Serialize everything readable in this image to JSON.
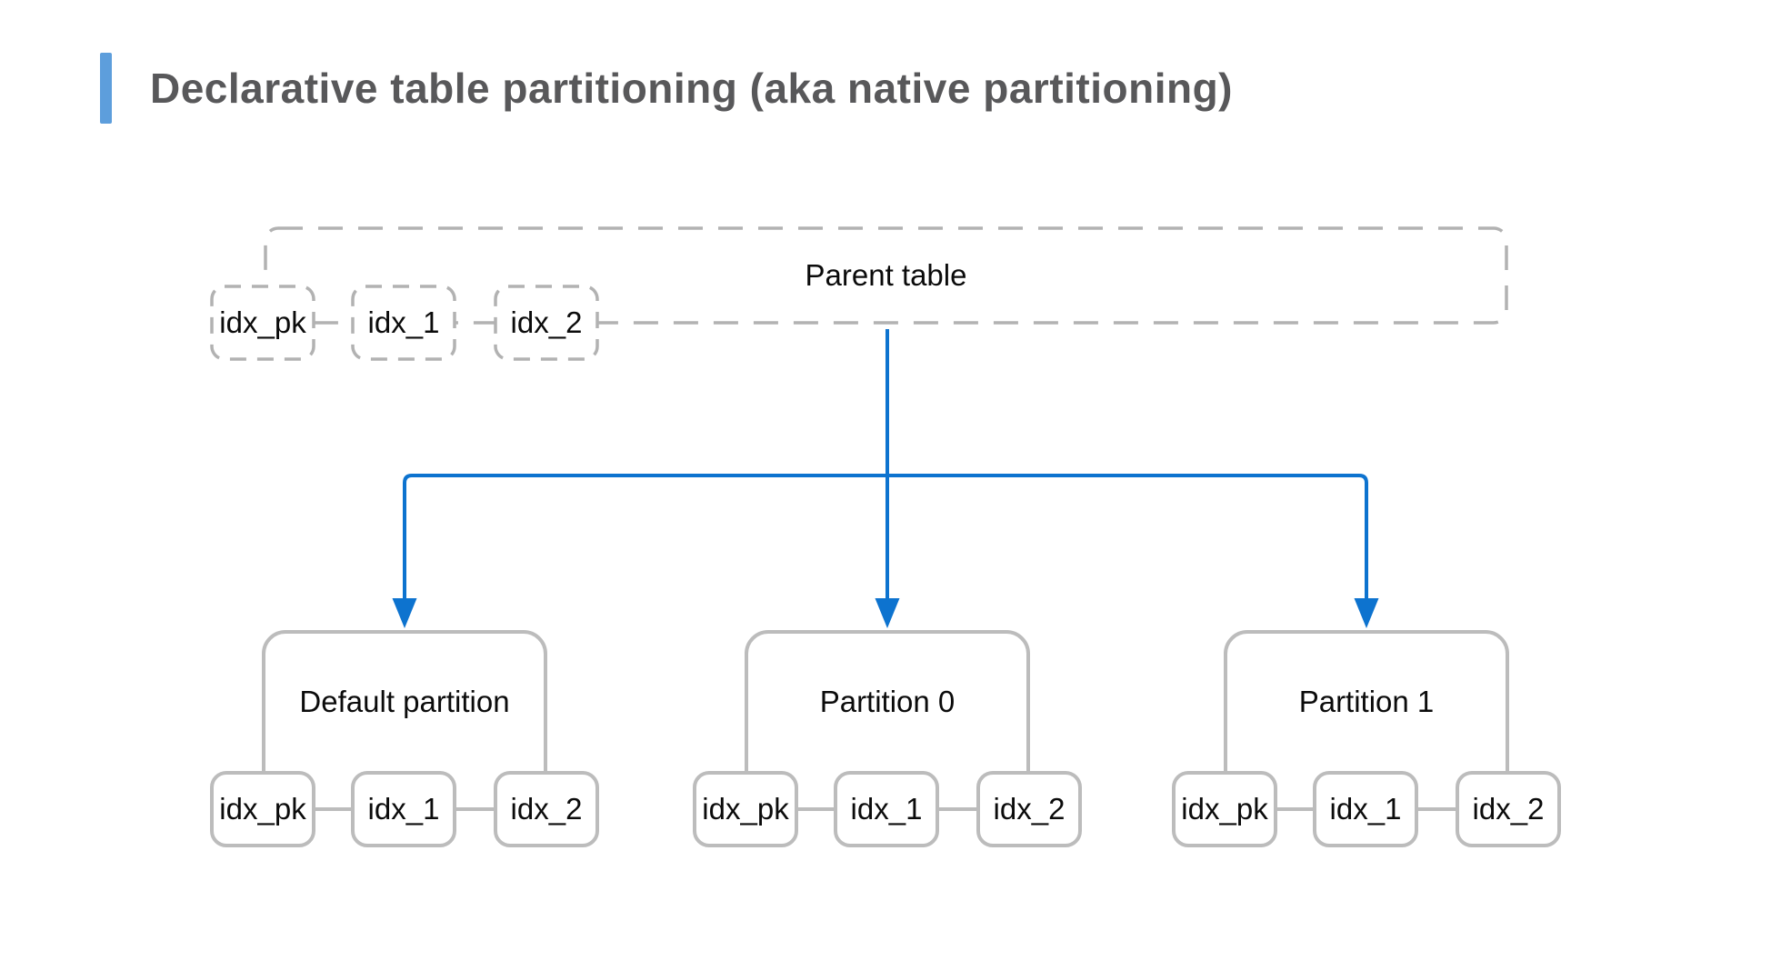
{
  "title": {
    "text": "Declarative table partitioning (aka native partitioning)"
  },
  "colors": {
    "accent_blue": "#5D9EDC",
    "arrow_blue": "#0D73CF",
    "border_gray": "#B6B6B6",
    "title_gray": "#58585A"
  },
  "diagram": {
    "parent": {
      "label": "Parent table",
      "indexes": [
        "idx_pk",
        "idx_1",
        "idx_2"
      ]
    },
    "partitions": [
      {
        "label": "Default partition",
        "indexes": [
          "idx_pk",
          "idx_1",
          "idx_2"
        ]
      },
      {
        "label": "Partition 0",
        "indexes": [
          "idx_pk",
          "idx_1",
          "idx_2"
        ]
      },
      {
        "label": "Partition 1",
        "indexes": [
          "idx_pk",
          "idx_1",
          "idx_2"
        ]
      }
    ]
  }
}
